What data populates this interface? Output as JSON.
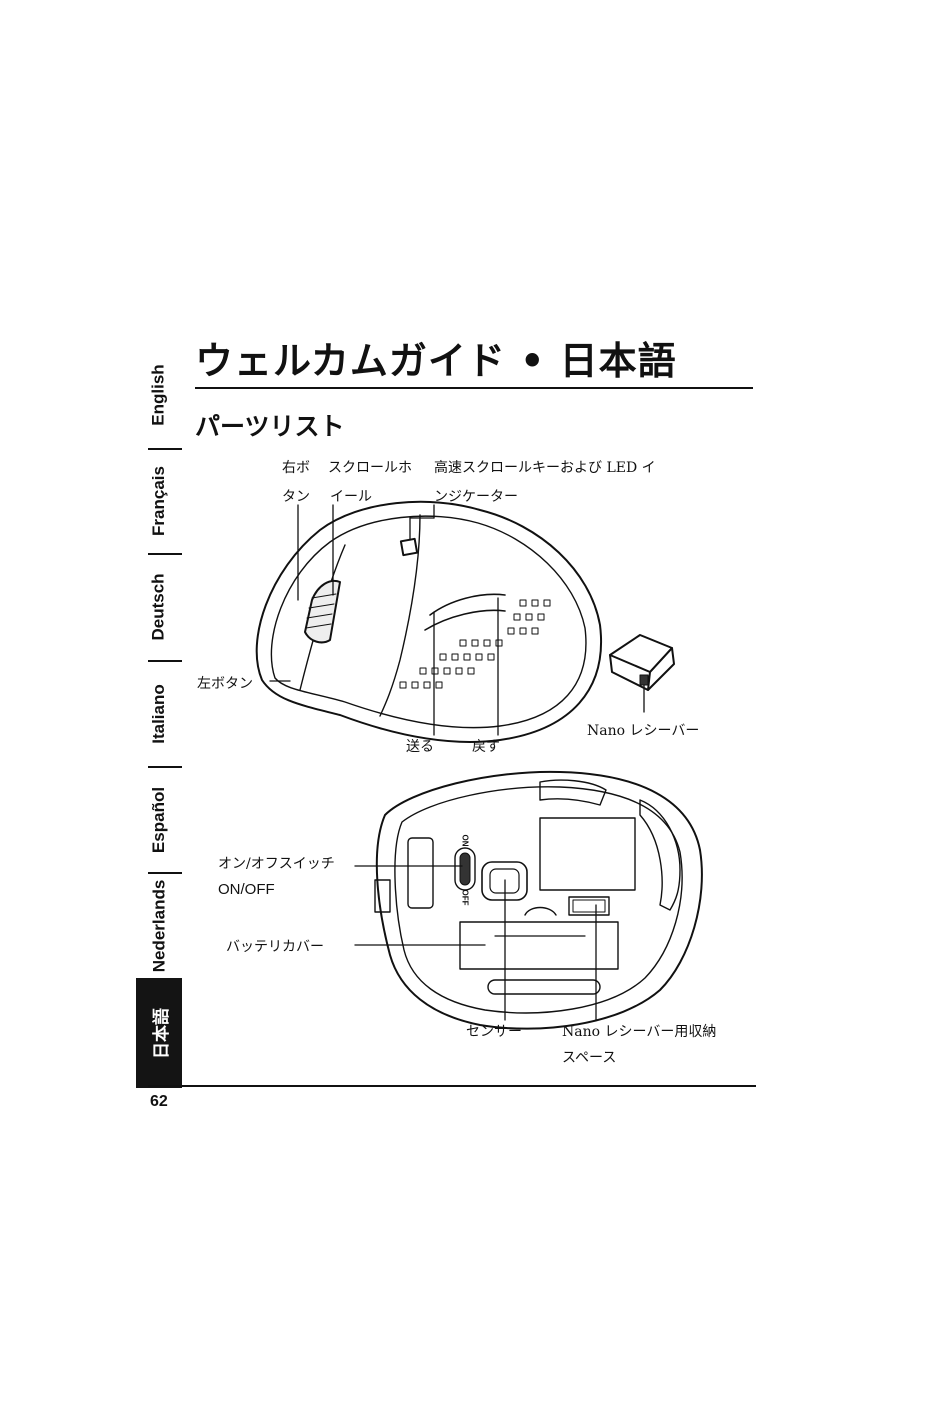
{
  "header": {
    "title": "ウェルカムガイド • 日本語",
    "section": "パーツリスト"
  },
  "languages": [
    {
      "label": "English",
      "active": false
    },
    {
      "label": "Français",
      "active": false
    },
    {
      "label": "Deutsch",
      "active": false
    },
    {
      "label": "Italiano",
      "active": false
    },
    {
      "label": "Español",
      "active": false
    },
    {
      "label": "Nederlands",
      "active": false
    },
    {
      "label": "日本語",
      "active": true
    }
  ],
  "callouts": {
    "right_button_1": "右ボ",
    "right_button_2": "タン",
    "scroll_wheel_1": "スクロールホ",
    "scroll_wheel_2": "イール",
    "speed_key_1": "高速スクロールキーおよび LED イ",
    "speed_key_2": "ンジケーター",
    "left_button": "左ボタン",
    "forward": "送る",
    "back": "戻す",
    "nano_receiver": "Nano レシーバー",
    "power_switch_1": "オン/オフスイッチ",
    "power_switch_2": "ON/OFF",
    "battery_cover": "バッテリカバー",
    "sensor": "センサー",
    "storage_1": "Nano レシーバー用収納",
    "storage_2": "スペース",
    "switch_on": "ON",
    "switch_off": "OFF"
  },
  "page_number": "62"
}
